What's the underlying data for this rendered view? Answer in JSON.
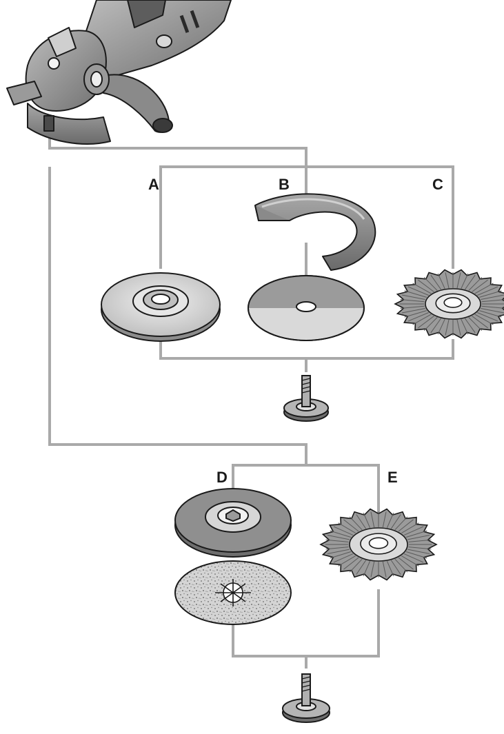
{
  "labels": {
    "a": "A",
    "b": "B",
    "c": "C",
    "d": "D",
    "e": "E"
  },
  "colors": {
    "connector": "#a9a9a9",
    "outline": "#1a1a1a",
    "tool_light": "#d9d9d9",
    "tool_mid": "#9b9b9b",
    "tool_dark": "#6e6e6e"
  }
}
